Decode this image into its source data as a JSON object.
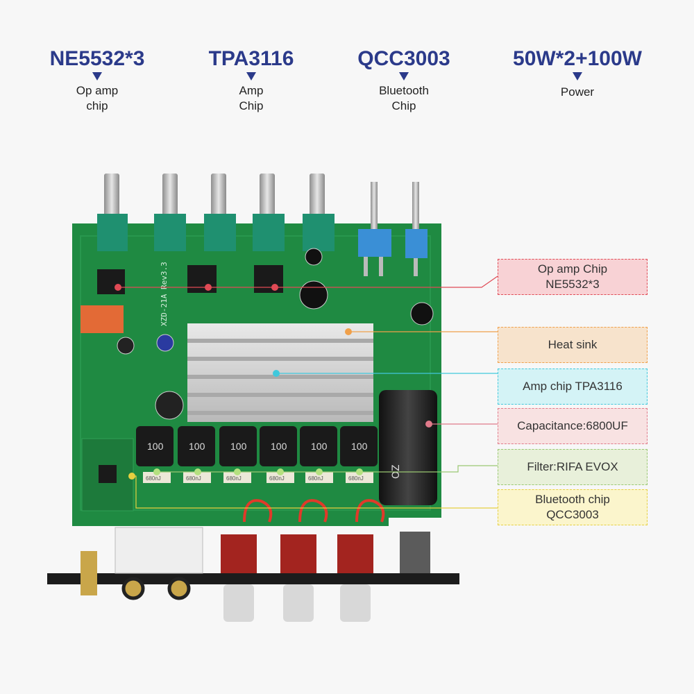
{
  "specs": [
    {
      "value": "NE5532*3",
      "desc": "Op amp\nchip"
    },
    {
      "value": "TPA3116",
      "desc": "Amp\nChip"
    },
    {
      "value": "QCC3003",
      "desc": "Bluetooth\nChip"
    },
    {
      "value": "50W*2+100W",
      "desc": "Power"
    }
  ],
  "callouts": [
    {
      "label": "Op amp Chip\nNE5532*3",
      "color": "#e04a55",
      "fill": "#f8d2d5"
    },
    {
      "label": "Heat sink",
      "color": "#f0a04a",
      "fill": "#f7e3cc"
    },
    {
      "label": "Amp chip TPA3116",
      "color": "#40c8dc",
      "fill": "#d4f3f6"
    },
    {
      "label": "Capacitance:6800UF",
      "color": "#e07a8a",
      "fill": "#f8e2e2"
    },
    {
      "label": "Filter:RIFA EVOX",
      "color": "#9ac872",
      "fill": "#e8f0da"
    },
    {
      "label": "Bluetooth chip\nQCC3003",
      "color": "#e6d040",
      "fill": "#fbf5cc"
    }
  ],
  "board": {
    "pcb_color": "#1f8a42",
    "silkscreen": "XZD-21A Rev3.3",
    "inductor_marking": "100",
    "filter_marking": "680nJ",
    "capacitor_marking": "OZ"
  }
}
